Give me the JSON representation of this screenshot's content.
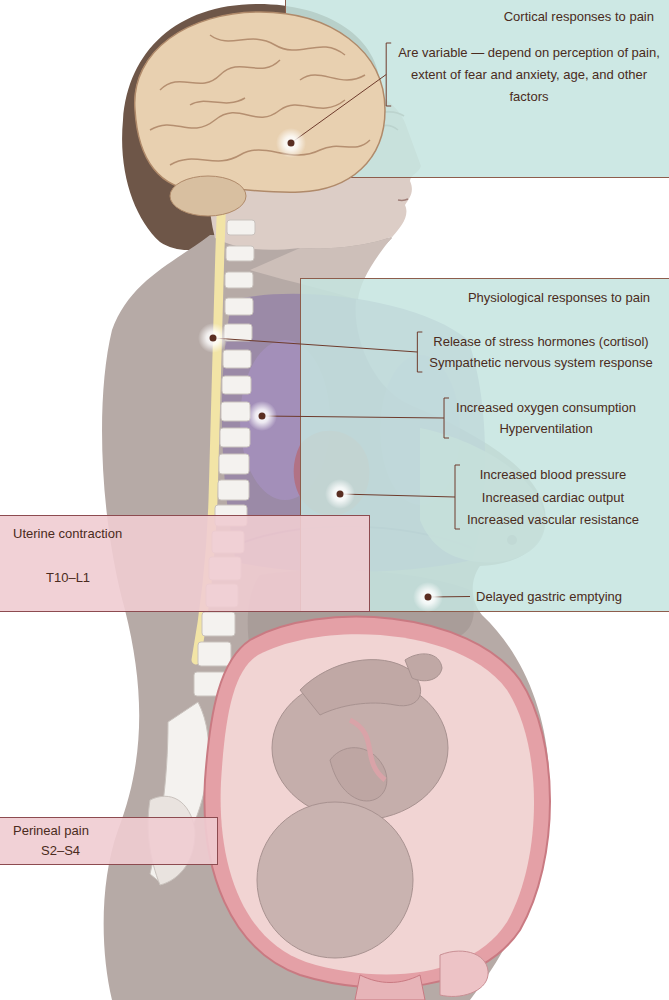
{
  "diagram": {
    "nodes": [
      {
        "text": [
          "Cortical responses to pain",
          "Are variable — depend on perception of pain, extent of fear and anxiety, age, and other factors"
        ]
      },
      {
        "text": [
          "Physiological responses to pain",
          "Release of stress hormones (cortisol)",
          "Sympathetic nervous system response",
          "Increased oxygen consumption",
          "Hyperventilation",
          "Increased blood pressure",
          "Increased cardiac output",
          "Increased vascular resistance",
          "Delayed gastric emptying"
        ]
      },
      {
        "text": [
          "Uterine contraction",
          "T10–L1"
        ]
      },
      {
        "text": [
          "Perineal pain",
          "S2–S4"
        ]
      }
    ]
  }
}
